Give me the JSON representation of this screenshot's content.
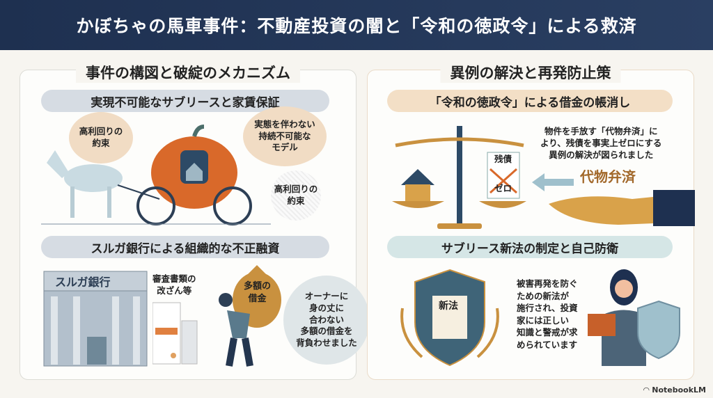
{
  "header": {
    "title": "かぼちゃの馬車事件：不動産投資の闇と「令和の徳政令」による救済"
  },
  "left": {
    "title": "事件の構図と破綻のメカニズム",
    "section1": {
      "heading": "実現不可能なサブリースと家賃保証",
      "bubble_left": [
        "高利回りの",
        "約束"
      ],
      "bubble_right": [
        "実態を伴わない",
        "持続不可能な",
        "モデル"
      ],
      "bubble_hatched": [
        "高利回りの",
        "約束"
      ]
    },
    "section2": {
      "heading": "スルガ銀行による組織的な不正融資",
      "bank_sign": "スルガ銀行",
      "documents_label": [
        "審査書類の",
        "改ざん等"
      ],
      "bag_label": [
        "多額の",
        "借金"
      ],
      "circle_text": [
        "オーナーに",
        "身の丈に",
        "合わない",
        "多額の借金を",
        "背負わせました"
      ]
    }
  },
  "right": {
    "title": "異例の解決と再発防止策",
    "section1": {
      "heading": "「令和の徳政令」による借金の帳消し",
      "doc_top": "残債",
      "doc_bottom": "ゼロ",
      "description": [
        "物件を手放す「代物弁済」に",
        "より、残債を事実上ゼロにする",
        "異例の解決が図られました"
      ],
      "keyword": "代物弁済"
    },
    "section2": {
      "heading": "サブリース新法の制定と自己防衛",
      "scroll_label": "新法",
      "description": [
        "被害再発を防ぐ",
        "ための新法が",
        "施行され、投資",
        "家には正しい",
        "知識と警戒が求",
        "められています"
      ]
    }
  },
  "brand": "NotebookLM",
  "colors": {
    "header": "#1e3050",
    "orange": "#d9692a",
    "gold": "#c9913f",
    "slate": "#5a7a8c"
  }
}
